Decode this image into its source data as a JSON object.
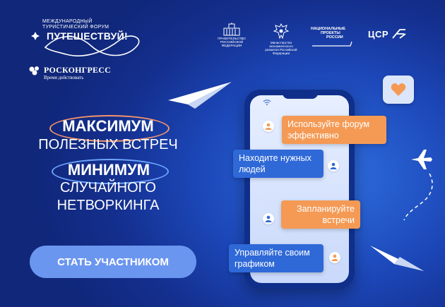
{
  "forum": {
    "subtitle_line1": "Международный",
    "subtitle_line2": "Туристический форум",
    "name": "ПУТЕШЕСТВУЙ!"
  },
  "roscongress": {
    "name": "РОСКОНГРЕСС",
    "tagline": "Время действовать"
  },
  "partners": {
    "government": "ПРАВИТЕЛЬСТВО РОССИЙСКОЙ ФЕДЕРАЦИИ",
    "ministry": "Министерство экономического развития Российской Федерации",
    "national_projects_line1": "НАЦИОНАЛЬНЫЕ",
    "national_projects_line2": "ПРОЕКТЫ",
    "national_projects_line3": "РОССИИ",
    "csr": "ЦСР"
  },
  "headline": {
    "max_word": "МАКСИМУМ",
    "line2": "ПОЛЕЗНЫХ ВСТРЕЧ",
    "min_word": "МИНИМУМ",
    "line4": "СЛУЧАЙНОГО",
    "line5": "НЕТВОРКИНГА"
  },
  "cta": {
    "label": "СТАТЬ УЧАСТНИКОМ"
  },
  "chat": {
    "msg1": "Используйте форум эффективно",
    "msg2": "Находите нужных людей",
    "msg3": "Запланируйте встречи",
    "msg4": "Управляйте своим графиком"
  },
  "colors": {
    "accent_orange": "#f49a55",
    "accent_blue": "#2f69d8",
    "cta": "#6b96ef",
    "background": "#1c47b8"
  },
  "icons": [
    "infinity-logo-icon",
    "eagle-icon",
    "airplane-icon",
    "paper-plane-icon",
    "heart-icon",
    "wifi-icon",
    "user-icon"
  ]
}
